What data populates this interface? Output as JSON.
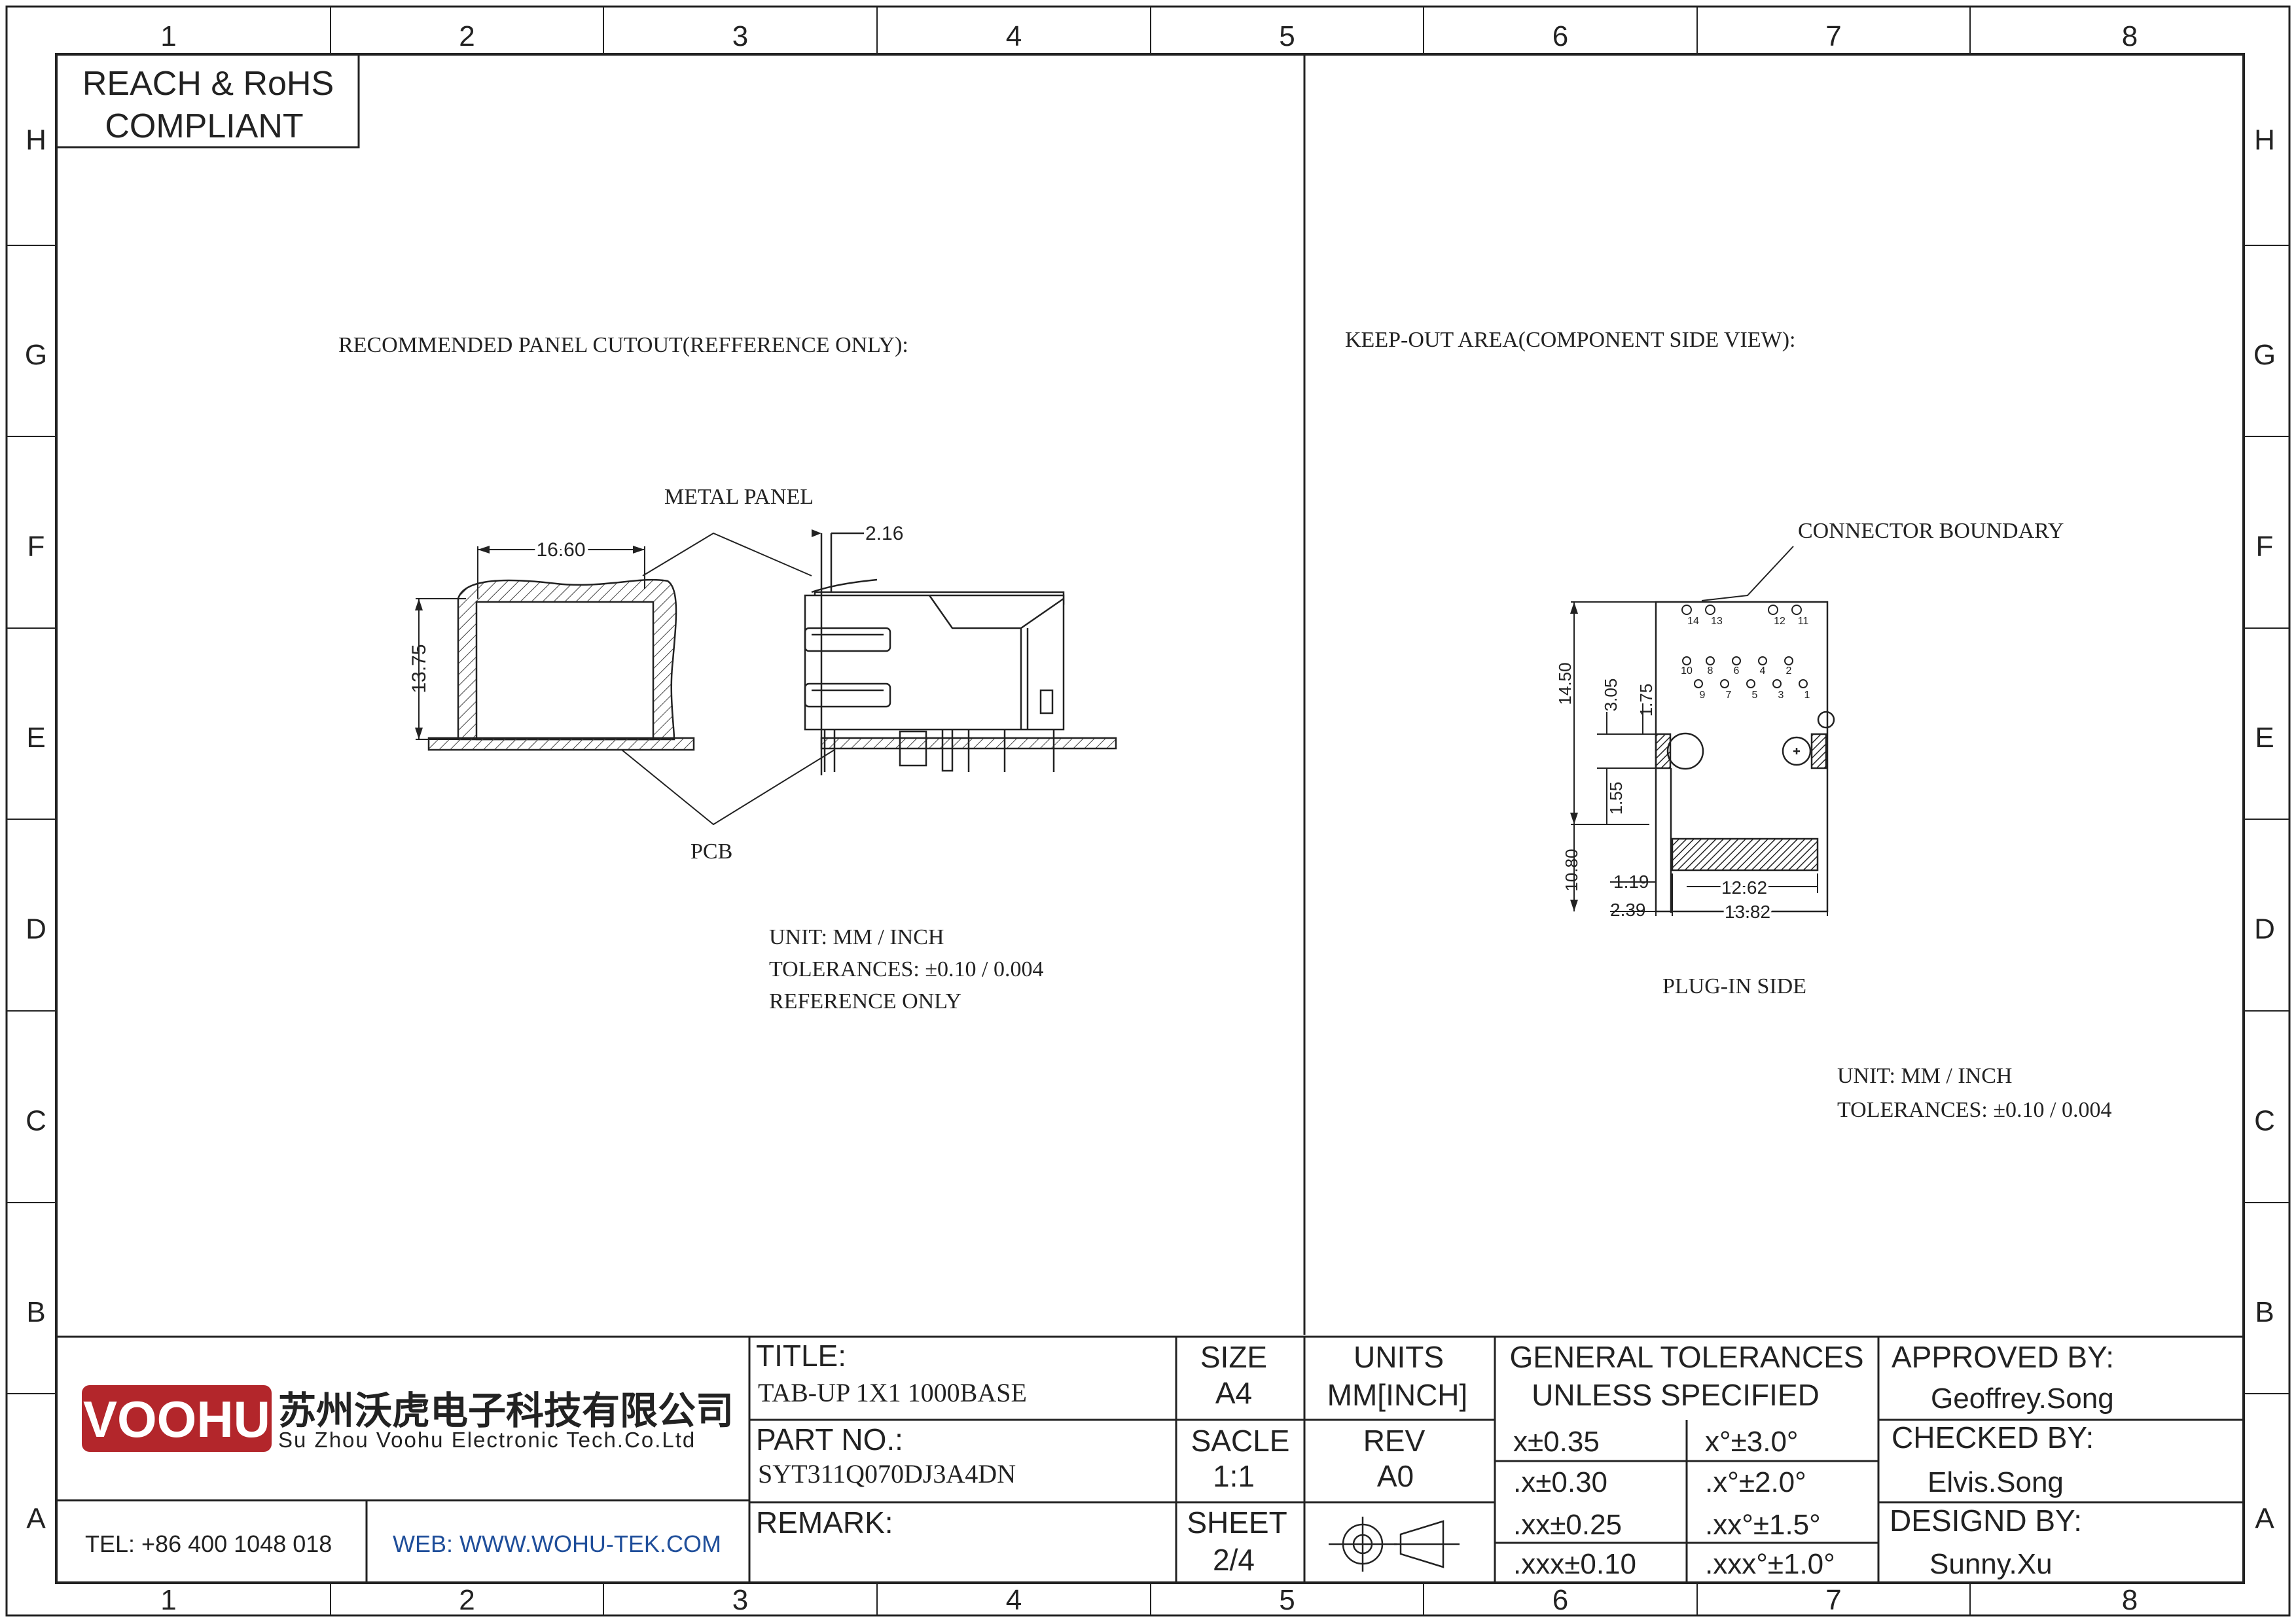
{
  "grid": {
    "columns": [
      "1",
      "2",
      "3",
      "4",
      "5",
      "6",
      "7",
      "8"
    ],
    "rows": [
      "H",
      "G",
      "F",
      "E",
      "D",
      "C",
      "B",
      "A"
    ]
  },
  "compliance": {
    "line1": "REACH & RoHS",
    "line2": "COMPLIANT"
  },
  "left_view": {
    "title": "RECOMMENDED PANEL CUTOUT(REFFERENCE ONLY):",
    "metal_panel_label": "METAL PANEL",
    "pcb_label": "PCB",
    "dim_width": "16.60",
    "dim_height": "13.75",
    "dim_panel": "2.16",
    "notes": {
      "unit": "UNIT: MM / INCH",
      "tolerances": "TOLERANCES: ±0.10 / 0.004",
      "reference": "REFERENCE ONLY"
    }
  },
  "right_view": {
    "title": "KEEP-OUT AREA(COMPONENT SIDE VIEW):",
    "boundary_label": "CONNECTOR BOUNDARY",
    "plug_label": "PLUG-IN SIDE",
    "dims": {
      "d1450": "14.50",
      "d305": "3.05",
      "d175": "1.75",
      "d155": "1.55",
      "d1080": "10.80",
      "d119": "1.19",
      "d239": "2.39",
      "d1262": "12.62",
      "d1382": "13.82"
    },
    "pins_top": [
      "14",
      "13",
      "12",
      "11"
    ],
    "pins_mid": [
      "10",
      "8",
      "6",
      "4",
      "2"
    ],
    "pins_bot": [
      "9",
      "7",
      "5",
      "3",
      "1"
    ],
    "notes": {
      "unit": "UNIT: MM / INCH",
      "tolerances": "TOLERANCES: ±0.10 / 0.004"
    }
  },
  "title_block": {
    "logo": "VOOHU",
    "company_cn": "苏州沃虎电子科技有限公司",
    "company_en": "Su Zhou Voohu Electronic Tech.Co.Ltd",
    "tel": "TEL: +86 400 1048 018",
    "web": "WEB: WWW.WOHU-TEK.COM",
    "title_label": "TITLE:",
    "title_value": "TAB-UP 1X1 1000BASE",
    "part_label": "PART NO.:",
    "part_value": "SYT311Q070DJ3A4DN",
    "remark_label": "REMARK:",
    "size_label": "SIZE",
    "size_value": "A4",
    "scale_label": "SACLE",
    "scale_value": "1:1",
    "sheet_label": "SHEET",
    "sheet_value": "2/4",
    "units_label": "UNITS",
    "units_value": "MM[INCH]",
    "rev_label": "REV",
    "rev_value": "A0",
    "tol_header1": "GENERAL TOLERANCES",
    "tol_header2": "UNLESS SPECIFIED",
    "tol": [
      [
        "x±0.35",
        "x°±3.0°"
      ],
      [
        ".x±0.30",
        ".x°±2.0°"
      ],
      [
        ".xx±0.25",
        ".xx°±1.5°"
      ],
      [
        ".xxx±0.10",
        ".xxx°±1.0°"
      ]
    ],
    "approved_label": "APPROVED BY:",
    "approved_value": "Geoffrey.Song",
    "checked_label": "CHECKED BY:",
    "checked_value": "Elvis.Song",
    "designed_label": "DESIGND BY:",
    "designed_value": "Sunny.Xu"
  },
  "colors": {
    "logo_red": "#b3262b",
    "line": "#222222",
    "web_blue": "#1f4e9a"
  }
}
